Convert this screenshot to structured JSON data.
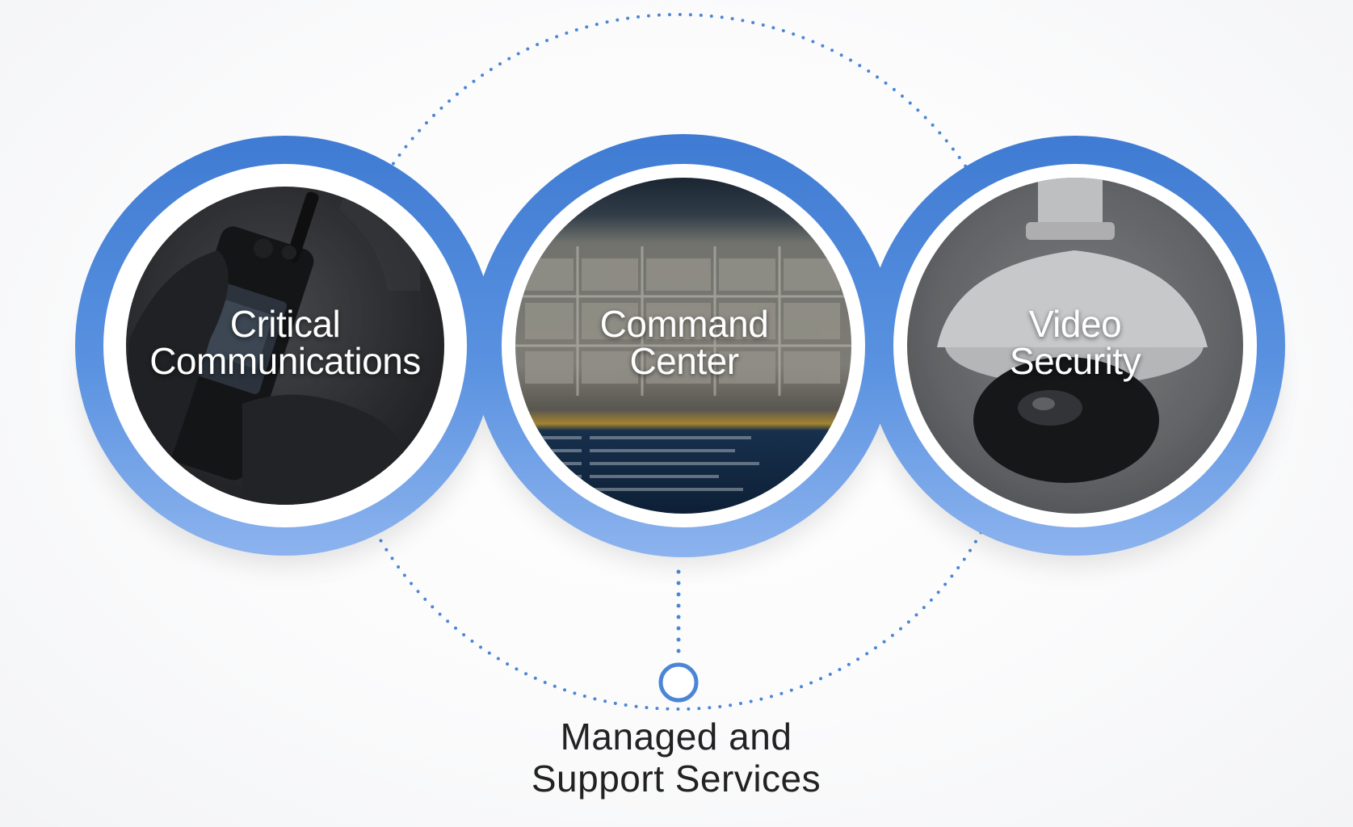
{
  "diagram": {
    "circles": [
      {
        "id": "critical",
        "label": "Critical\nCommunications",
        "photo_hint": "handheld-radio-gloved-hand"
      },
      {
        "id": "command",
        "label": "Command\nCenter",
        "photo_hint": "map-dashboard-screen"
      },
      {
        "id": "video",
        "label": "Video\nSecurity",
        "photo_hint": "dome-security-camera"
      }
    ],
    "center_node": {
      "label": "Managed and\nSupport Services"
    }
  },
  "colors": {
    "ring_blue": "#4a86d8",
    "ring_blue_light": "#7eaaea",
    "dot_blue": "#4b86d6",
    "text_dark": "#222222",
    "text_light": "#ffffff"
  }
}
